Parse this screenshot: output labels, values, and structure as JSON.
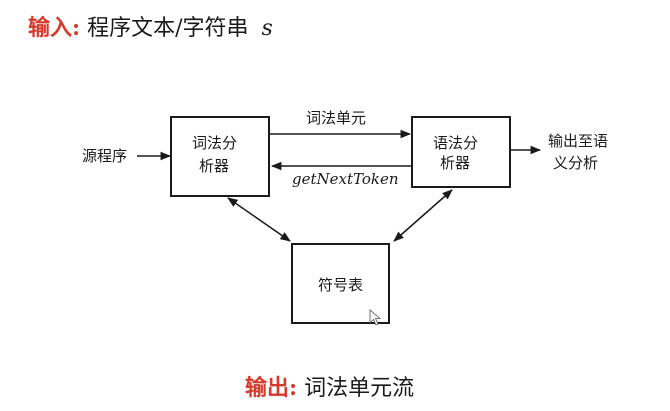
{
  "input_line": {
    "label": "输入:",
    "text": "程序文本/字符串",
    "variable": "s"
  },
  "output_line": {
    "label": "输出:",
    "text": "词法单元流"
  },
  "diagram": {
    "source_label": "源程序",
    "lexer_line1": "词法分",
    "lexer_line2": "析器",
    "parser_line1": "语法分",
    "parser_line2": "析器",
    "symtab_label": "符号表",
    "token_edge_label": "词法单元",
    "next_token_label": "getNextToken",
    "output_line1": "输出至语",
    "output_line2": "义分析"
  },
  "colors": {
    "accent_red": "#d63a2a",
    "ink": "#1a1a1a"
  }
}
